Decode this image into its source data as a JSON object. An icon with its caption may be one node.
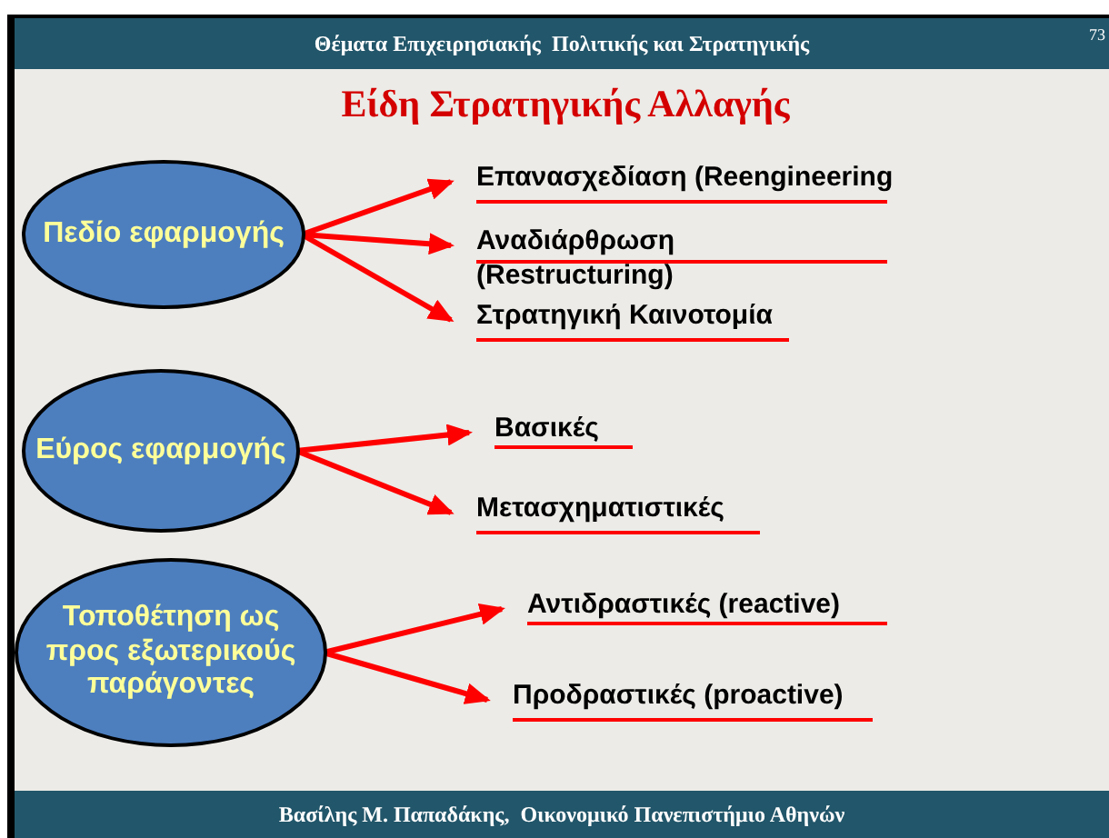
{
  "diagram": {
    "title": "Είδη Στρατηγικής Αλλαγής",
    "nodes": [
      {
        "text": [
          "Πεδίο εφαρμογής"
        ]
      },
      {
        "text": [
          "Επανασχεδίαση (Reengineering"
        ]
      },
      {
        "text": [
          "Αναδιάρθρωση (Restructuring)"
        ]
      },
      {
        "text": [
          "Στρατηγική Καινοτομία"
        ]
      },
      {
        "text": [
          "Εύρος εφαρμογής"
        ]
      },
      {
        "text": [
          "Βασικές"
        ]
      },
      {
        "text": [
          "Μετασχηματιστικές"
        ]
      },
      {
        "text": [
          "Τοποθέτηση ως προς εξωτερικούς παράγοντες"
        ]
      },
      {
        "text": [
          "Αντιδραστικές (reactive)"
        ]
      },
      {
        "text": [
          "Προδραστικές (proactive)"
        ]
      }
    ],
    "edges": [
      {
        "from": 0,
        "to": 1,
        "arrow": "to"
      },
      {
        "from": 0,
        "to": 2,
        "arrow": "to"
      },
      {
        "from": 0,
        "to": 3,
        "arrow": "to"
      },
      {
        "from": 4,
        "to": 5,
        "arrow": "to"
      },
      {
        "from": 4,
        "to": 6,
        "arrow": "to"
      },
      {
        "from": 7,
        "to": 8,
        "arrow": "to"
      },
      {
        "from": 7,
        "to": 9,
        "arrow": "to"
      }
    ],
    "labels": [
      "Θέματα Επιχειρησιακής  Πολιτικής και Στρατηγικής",
      "73",
      "Βασίλης Μ. Παπαδάκης,  Οικονομικό Πανεπιστήμιο Αθηνών"
    ]
  }
}
